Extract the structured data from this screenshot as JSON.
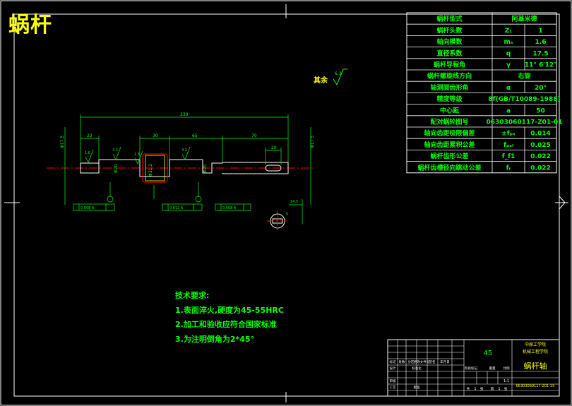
{
  "title": "蜗杆",
  "param_table": {
    "rows": [
      {
        "label": "蜗杆型式",
        "symbol": "",
        "value": "阿基米德"
      },
      {
        "label": "蜗杆头数",
        "symbol": "Z₁",
        "value": "1"
      },
      {
        "label": "轴向模数",
        "symbol": "mₓ",
        "value": "1.6"
      },
      {
        "label": "直径系数",
        "symbol": "q",
        "value": "17.5"
      },
      {
        "label": "蜗杆导程角",
        "symbol": "γ",
        "value": "11° 6′12″"
      },
      {
        "label": "蜗杆螺旋线方向",
        "symbol": "",
        "value": "右旋"
      },
      {
        "label": "轴测面齿形角",
        "symbol": "α",
        "value": "20°"
      },
      {
        "label": "精度等级",
        "symbol": "",
        "value": "8f(GB/T10089-1988)"
      },
      {
        "label": "中心距",
        "symbol": "a",
        "value": "50"
      },
      {
        "label": "配对蜗轮图号",
        "symbol": "",
        "value": "06303060117-Z01-01"
      },
      {
        "label": "轴向齿距极限偏差",
        "symbol": "±fₚₓ",
        "value": "0.014"
      },
      {
        "label": "轴向齿距累积公差",
        "symbol": "fₚₓₗ",
        "value": "0.025"
      },
      {
        "label": "蜗杆齿形公差",
        "symbol": "f_f1",
        "value": "0.022"
      },
      {
        "label": "蜗杆齿槽径向跳动公差",
        "symbol": "fᵣ",
        "value": "0.022"
      }
    ]
  },
  "remaining_roughness": {
    "label": "其余",
    "value": "6.3"
  },
  "dimensions": {
    "overall": "230",
    "left_shaft": "22",
    "mid_a": "30",
    "mid_b": "65",
    "right_shaft": "70",
    "keyway": "20",
    "dia_left": "Φ17.5",
    "dia_right": "Φ17.5",
    "dia_worm": "Φ31.2",
    "dia_bearing_l": "Φ20",
    "dia_bearing_r": "Φ20",
    "section_dim": "14.5",
    "section_key": "5",
    "rough_1": "1.6",
    "rough_2": "3.2",
    "rough_3": "1.6",
    "rough_4": "3.2",
    "tol_1": "0.008 A",
    "tol_2": "0.012 A",
    "tol_3": "0.008 A"
  },
  "technical_requirements": {
    "heading": "技术要求:",
    "items": [
      "1.表面淬火,硬度为45-55HRC",
      "2.加工和验收应符合国家标准",
      "3.为注明倒角为2*45°"
    ]
  },
  "title_block": {
    "material": "45",
    "school": "中原工学院",
    "department": "机械工程学院",
    "part_name": "蜗杆轴",
    "drawing_no": "06303060117-Z01-15",
    "scale": "1:1",
    "labels": [
      "标记",
      "处数",
      "分区",
      "更改文件号",
      "签名",
      "年月日",
      "设计",
      "标准化",
      "审核",
      "工艺",
      "批准",
      "阶段标记",
      "重量",
      "比例",
      "共",
      "张",
      "第",
      "张"
    ],
    "sheet_total": "1",
    "sheet_no": "1"
  },
  "colors": {
    "line": "#00ff00",
    "title": "#ffff00",
    "frame": "#ffffff",
    "center": "#ff0000",
    "outline": "#ffffff",
    "dim": "#00ff00"
  }
}
